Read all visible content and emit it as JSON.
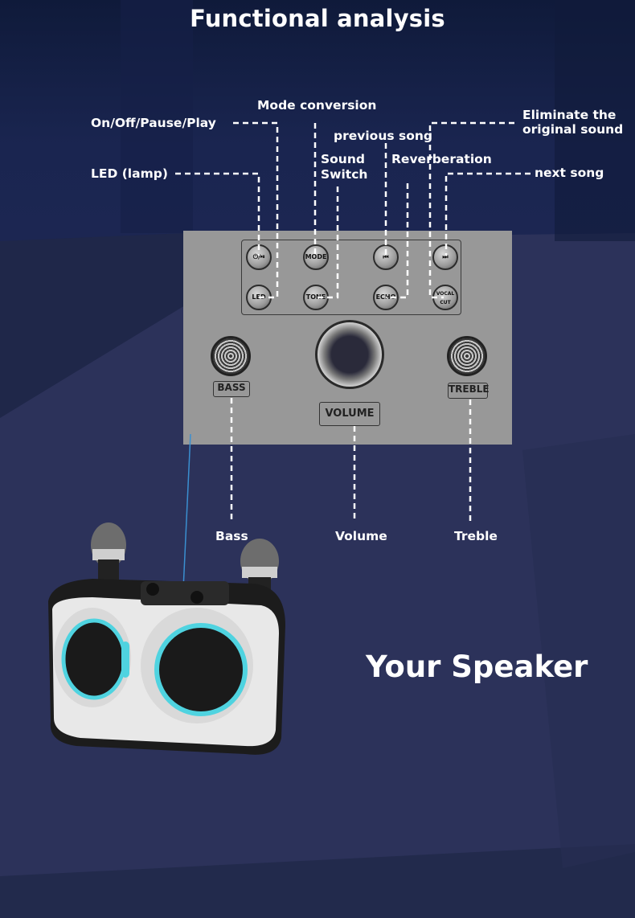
{
  "title": "Functional analysis",
  "callouts": {
    "on_off": "On/Off/Pause/Play",
    "mode": "Mode conversion",
    "led": "LED (lamp)",
    "prev": "previous song",
    "sound_switch_1": "Sound",
    "sound_switch_2": "Switch",
    "reverb": "Reverberation",
    "eliminate_1": "Eliminate the",
    "eliminate_2": "original sound",
    "next": "next song",
    "bass": "Bass",
    "volume": "Volume",
    "treble": "Treble"
  },
  "panel": {
    "buttons_top": [
      "⏻/⏯",
      "MODE",
      "⏮",
      "⏭"
    ],
    "buttons_bottom": [
      "LED",
      "TONE",
      "ECHO",
      "VOCAL CUT"
    ],
    "knob_bass": "BASS",
    "knob_volume": "VOLUME",
    "knob_treble": "TREBLE"
  },
  "speaker_label": "Your Speaker",
  "colors": {
    "background": "#2b3158",
    "panel": "#989898",
    "text": "#ffffff",
    "accent_line": "#3a8fd0"
  }
}
